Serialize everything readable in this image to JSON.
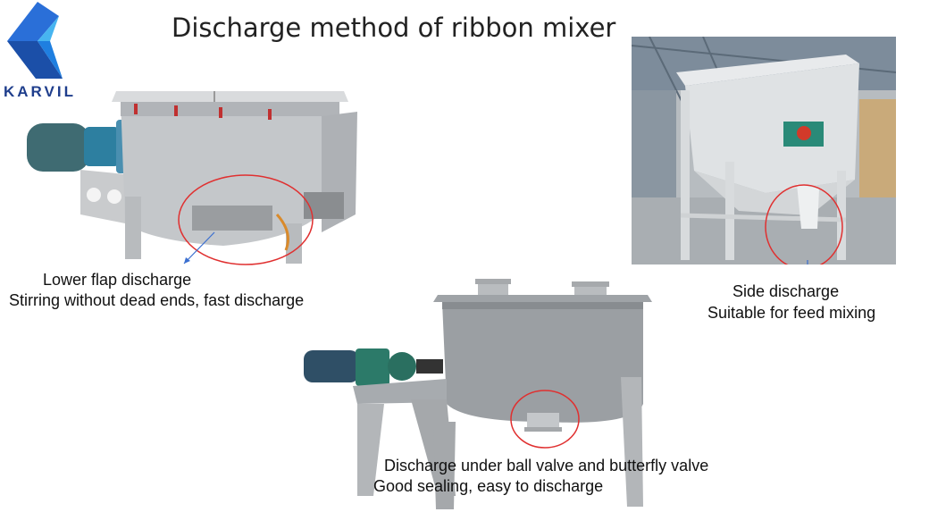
{
  "slide": {
    "title": "Discharge method of ribbon mixer",
    "logo_text": "KARVIL"
  },
  "sections": {
    "lower_flap": {
      "title": "Lower flap discharge",
      "description": "Stirring without dead ends, fast discharge"
    },
    "side": {
      "title": "Side discharge",
      "description": "Suitable for feed mixing"
    },
    "bottom_valve": {
      "title": "Discharge under ball valve and butterfly valve",
      "description": "Good sealing, easy to discharge"
    }
  },
  "colors": {
    "highlight_circle": "#e03030",
    "pointer_arrow": "#3a6fd0",
    "logo_blue": "#1f6fd6",
    "logo_dark": "#1f3e8c"
  }
}
